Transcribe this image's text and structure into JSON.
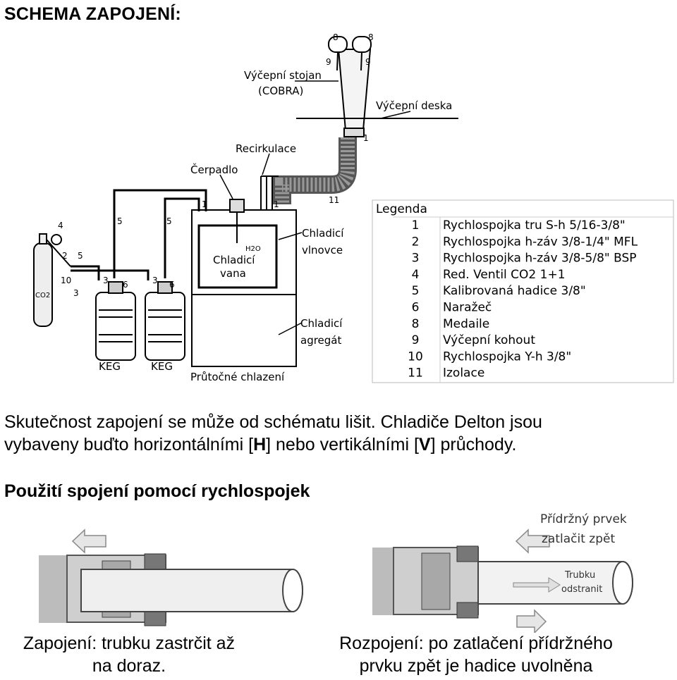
{
  "title": "SCHEMA ZAPOJENÍ:",
  "diagram": {
    "labels": {
      "stand": "Výčepní stojan",
      "stand_model": "(COBRA)",
      "desk": "Výčepní deska",
      "recirculation": "Recirkulace",
      "pump": "Čerpadlo",
      "coils": "Chladicí",
      "coils2": "vlnovce",
      "bath": "Chladicí",
      "bath2": "vana",
      "h2o": "H2O",
      "aggregate": "Chladicí",
      "aggregate2": "agregát",
      "flow_cooling": "Průtočné chlazení",
      "keg1": "KEG",
      "keg2": "KEG",
      "co2": "CO2"
    },
    "numbers": {
      "n8a": "8",
      "n8b": "8",
      "n9a": "9",
      "n9b": "9",
      "n1_top": "1",
      "n1_left": "1",
      "n1_right": "1",
      "n11": "11",
      "n4": "4",
      "n2": "2",
      "n5_a": "5",
      "n5_b": "5",
      "n5_c": "5",
      "n10": "10",
      "n3_a": "3",
      "n3_b": "3",
      "n3_c": "3",
      "n6_a": "6",
      "n6_b": "6"
    }
  },
  "legend": {
    "heading": "Legenda",
    "rows": [
      {
        "num": "1",
        "text": "Rychlospojka tru S-h 5/16-3/8\""
      },
      {
        "num": "2",
        "text": "Rychlospojka h-záv 3/8-1/4\" MFL"
      },
      {
        "num": "3",
        "text": "Rychlospojka h-záv 3/8-5/8\" BSP"
      },
      {
        "num": "4",
        "text": "Red. Ventil CO2 1+1"
      },
      {
        "num": "5",
        "text": "Kalibrovaná hadice 3/8\""
      },
      {
        "num": "6",
        "text": "Naražeč"
      },
      {
        "num": "8",
        "text": "Medaile"
      },
      {
        "num": "9",
        "text": "Výčepní kohout"
      },
      {
        "num": "10",
        "text": "Rychlospojka Y-h 3/8\""
      },
      {
        "num": "11",
        "text": "Izolace"
      }
    ]
  },
  "note": {
    "line1": "Skutečnost zapojení se může od schématu lišit. Chladiče Delton jsou",
    "line2_a": "vybaveny buďto horizontálními [",
    "h": "H",
    "line2_b": "] nebo vertikálními [",
    "v": "V",
    "line2_c": "] průchody."
  },
  "subheading": "Použití spojení pomocí rychlospojek",
  "fitting_left": {
    "caption_line1": "Zapojení: trubku zastrčit až",
    "caption_line2": "na doraz."
  },
  "fitting_right": {
    "label_retainer_1": "Přídržný prvek",
    "label_retainer_2": "zatlačit zpět",
    "label_tube_1": "Trubku",
    "label_tube_2": "odstranit",
    "caption_line1": "Rozpojení: po zatlačení přídržného",
    "caption_line2": "prvku zpět je hadice uvolněna"
  }
}
